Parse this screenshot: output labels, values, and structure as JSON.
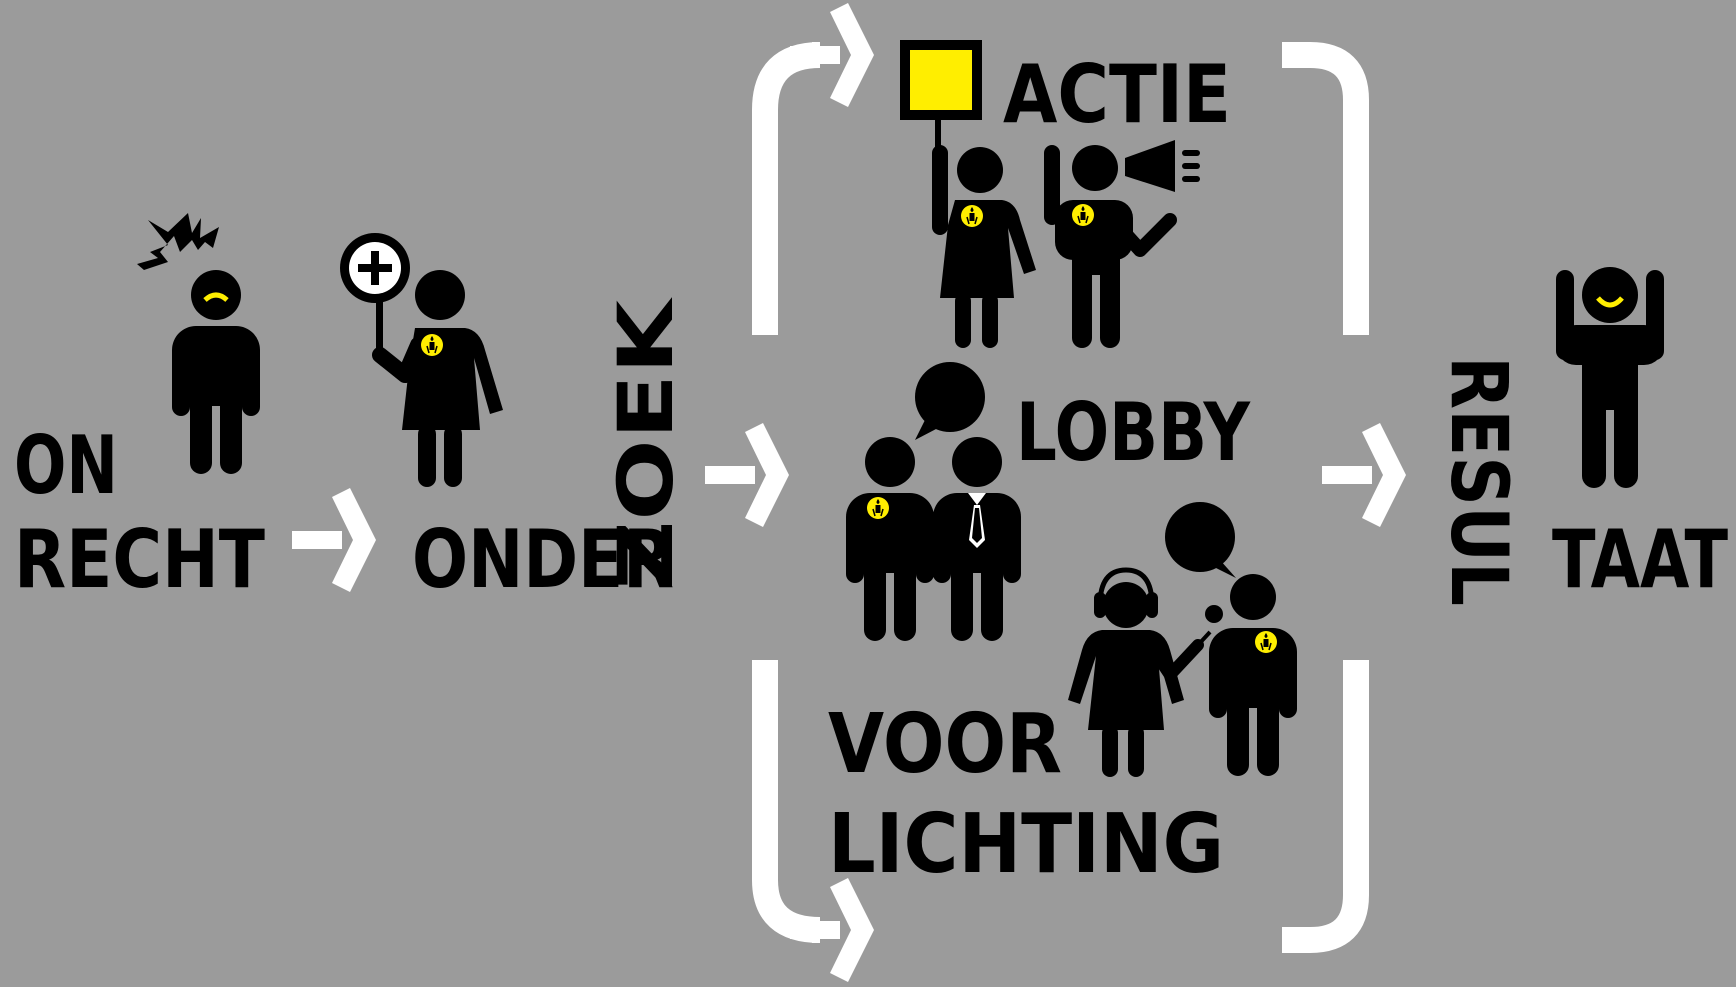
{
  "colors": {
    "background": "#9b9b9b",
    "figure": "#000000",
    "arrow": "#ffffff",
    "accent": "#ffee00"
  },
  "labels": {
    "on": "ON",
    "recht": "RECHT",
    "onder": "ONDER",
    "zoek": "ZOEK",
    "actie": "ACTIE",
    "lobby": "LOBBY",
    "voor": "VOOR",
    "lichting": "LICHTING",
    "resul": "RESUL",
    "taat": "TAAT"
  },
  "icons": [
    "injustice-person-icon",
    "researcher-with-magnifier-icon",
    "protester-with-sign-icon",
    "megaphone-person-icon",
    "lobbyist-pair-icon",
    "interview-pair-icon",
    "celebrating-person-icon",
    "amnesty-candle-badge-icon",
    "speech-bubble-icon",
    "flow-arrow-icon"
  ]
}
